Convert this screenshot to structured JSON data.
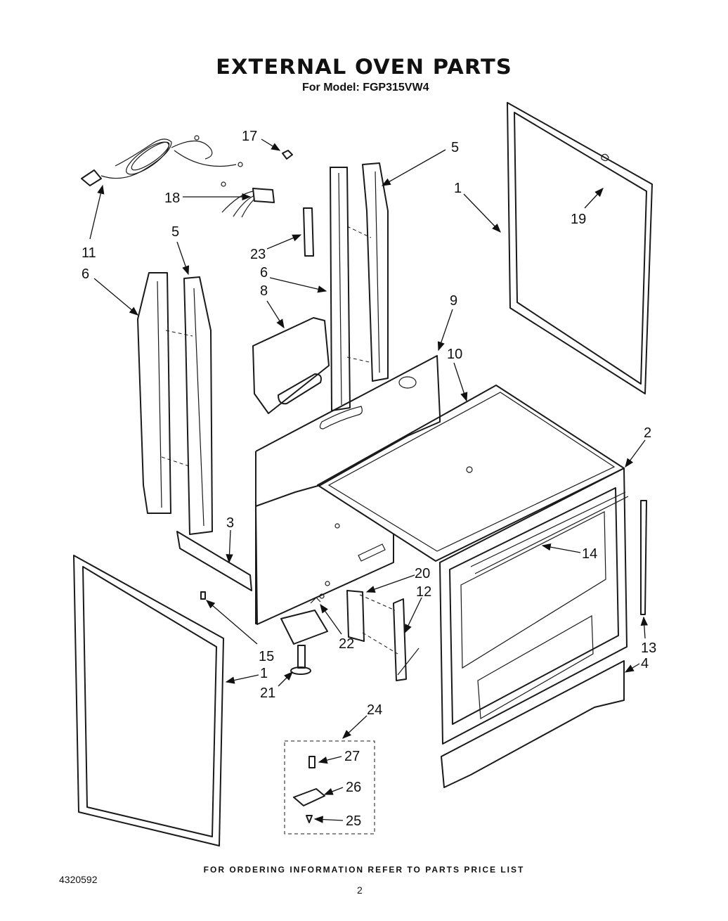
{
  "title": "EXTERNAL OVEN PARTS",
  "subtitle": "For Model: FGP315VW4",
  "footer": "FOR ORDERING INFORMATION REFER TO PARTS PRICE LIST",
  "doc_number": "4320592",
  "page_number": "2",
  "callouts": {
    "c1a": "1",
    "c1b": "1",
    "c2": "2",
    "c3": "3",
    "c4": "4",
    "c5a": "5",
    "c5b": "5",
    "c6a": "6",
    "c6b": "6",
    "c8": "8",
    "c9": "9",
    "c10": "10",
    "c11": "11",
    "c12": "12",
    "c13": "13",
    "c14": "14",
    "c15": "15",
    "c17": "17",
    "c18": "18",
    "c19": "19",
    "c20": "20",
    "c21": "21",
    "c22": "22",
    "c23": "23",
    "c24": "24",
    "c25": "25",
    "c26": "26",
    "c27": "27"
  }
}
